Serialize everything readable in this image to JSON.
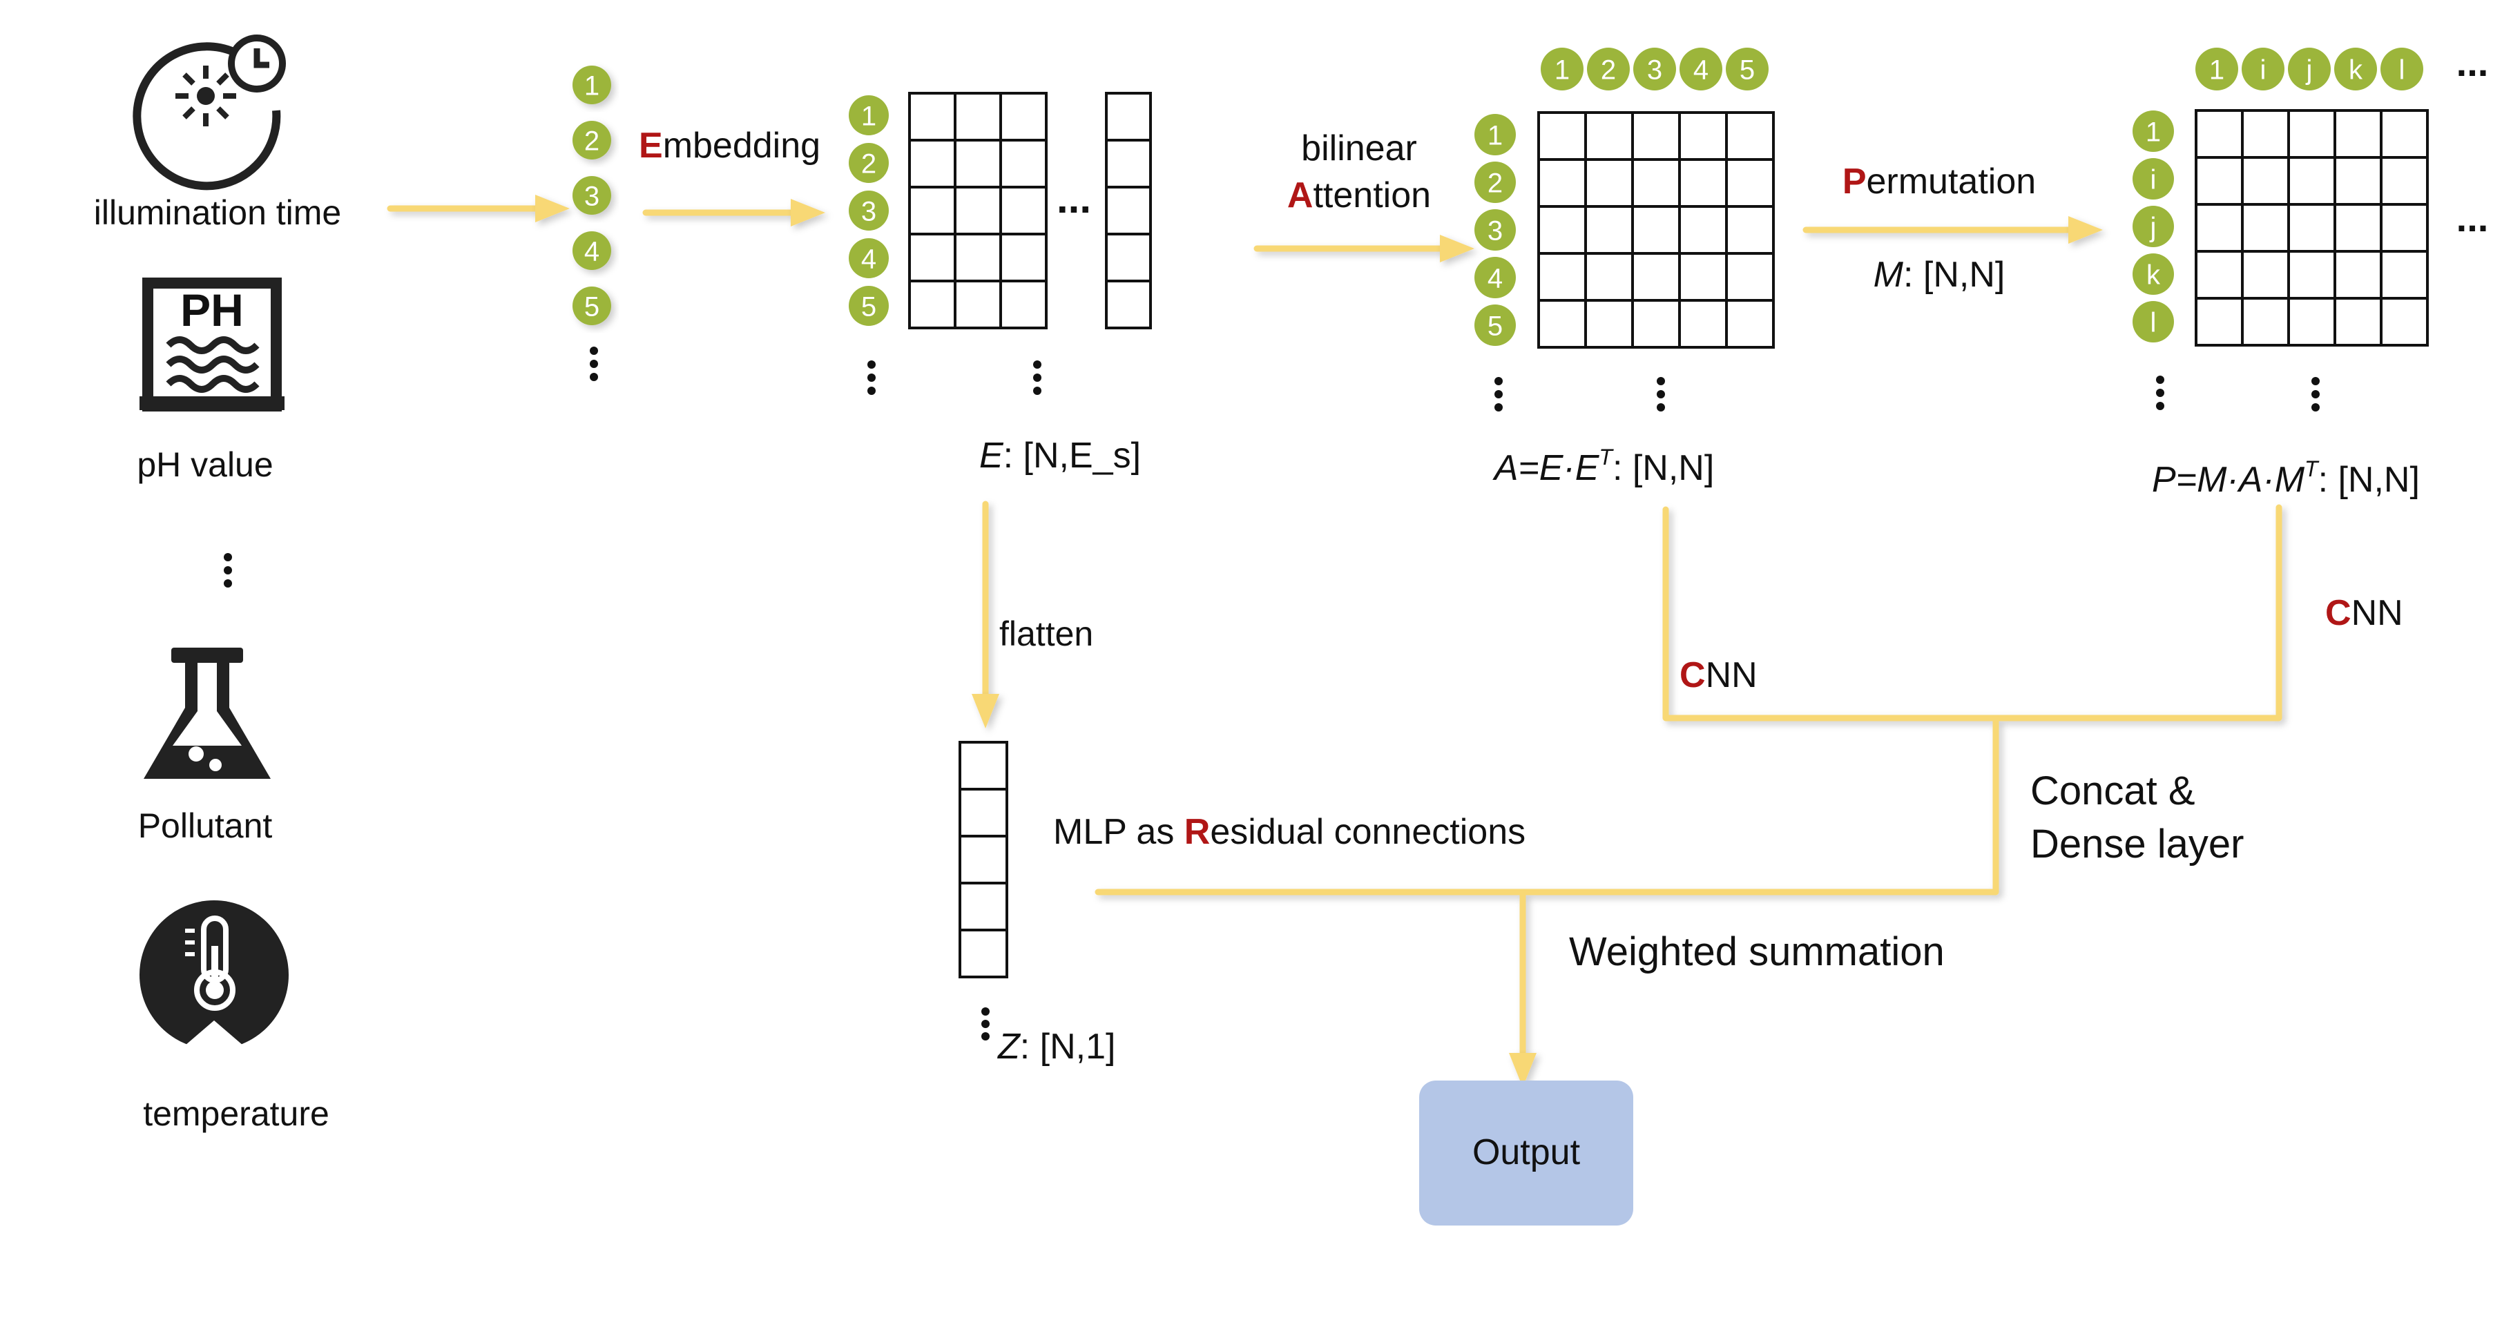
{
  "colors": {
    "arrow": "#f8d874",
    "badge": "#9cb53b",
    "accent_red": "#b01616",
    "output_box": "#b4c6e7",
    "grid_line": "#111111",
    "icon": "#222222"
  },
  "icons": [
    "sun-clock-icon",
    "ph-icon",
    "flask-icon",
    "thermometer-icon"
  ],
  "inputs": {
    "illumination": "illumination time",
    "ph": "pH value",
    "ph_icon_text": "PH",
    "pollutant": "Pollutant",
    "temperature": "temperature"
  },
  "badge_labels": {
    "numeric": [
      "1",
      "2",
      "3",
      "4",
      "5"
    ],
    "permuted": [
      "1",
      "i",
      "j",
      "k",
      "l"
    ]
  },
  "ellipsis_h": "...",
  "embedding": {
    "label_head": "E",
    "label_tail": "mbedding",
    "formula_var": "E",
    "formula_rest": ": [N,E_s]"
  },
  "attention": {
    "label_line1": "bilinear",
    "label_head": "A",
    "label_tail": "ttention",
    "formula_lhs": "A=E·E",
    "formula_sup": "T",
    "formula_rest": ": [N,N]"
  },
  "permutation": {
    "label_head": "P",
    "label_tail": "ermutation",
    "matrix_var": "M",
    "matrix_rest": ": [N,N]",
    "formula_lhs": "P=M·A·M",
    "formula_sup": "T",
    "formula_rest": ": [N,N]"
  },
  "flatten": {
    "label": "flatten",
    "formula_var": "Z",
    "formula_rest": ": [N,1]"
  },
  "cnn": {
    "head": "C",
    "tail": "NN"
  },
  "residual": {
    "pre": "MLP as ",
    "head": "R",
    "tail": "esidual connections"
  },
  "concat": {
    "line1": "Concat &",
    "line2": "Dense layer"
  },
  "weighted_sum": "Weighted summation",
  "output": "Output"
}
